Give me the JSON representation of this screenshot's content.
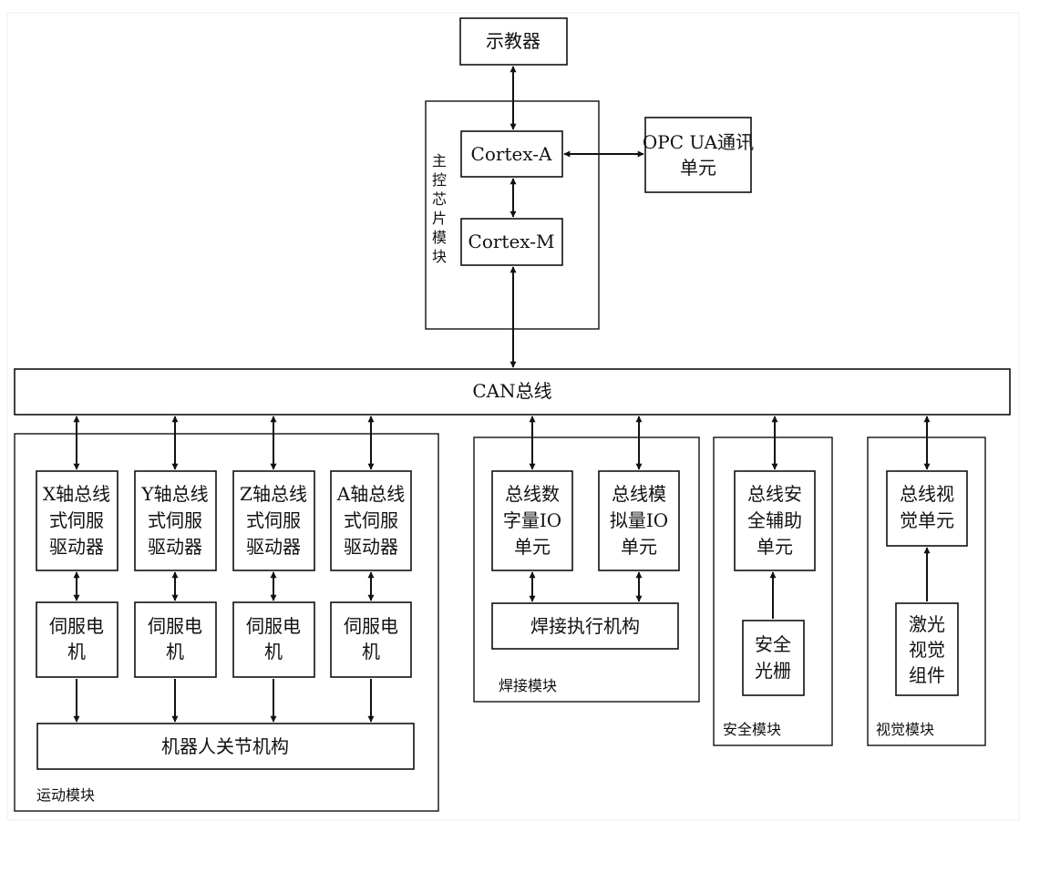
{
  "nodes": {
    "teach_pendant": "示教器",
    "cortex_a": "Cortex-A",
    "cortex_m": "Cortex-M",
    "opcua_unit": [
      "OPC UA通讯",
      "单元"
    ],
    "main_chip_module": [
      "主",
      "控",
      "芯",
      "片",
      "模",
      "块"
    ],
    "can_bus": "CAN总线",
    "x_driver": [
      "X轴总线",
      "式伺服",
      "驱动器"
    ],
    "y_driver": [
      "Y轴总线",
      "式伺服",
      "驱动器"
    ],
    "z_driver": [
      "Z轴总线",
      "式伺服",
      "驱动器"
    ],
    "a_driver": [
      "A轴总线",
      "式伺服",
      "驱动器"
    ],
    "x_motor": [
      "伺服电",
      "机"
    ],
    "y_motor": [
      "伺服电",
      "机"
    ],
    "z_motor": [
      "伺服电",
      "机"
    ],
    "a_motor": [
      "伺服电",
      "机"
    ],
    "robot_joint": "机器人关节机构",
    "motion_module": "运动模块",
    "digital_io": [
      "总线数",
      "字量IO",
      "单元"
    ],
    "analog_io": [
      "总线模",
      "拟量IO",
      "单元"
    ],
    "welding_actuator": "焊接执行机构",
    "welding_module": "焊接模块",
    "safety_unit": [
      "总线安",
      "全辅助",
      "单元"
    ],
    "safety_curtain": [
      "安全",
      "光栅"
    ],
    "safety_module": "安全模块",
    "vision_unit": [
      "总线视",
      "觉单元"
    ],
    "laser_vision": [
      "激光",
      "视觉",
      "组件"
    ],
    "vision_module": "视觉模块"
  }
}
